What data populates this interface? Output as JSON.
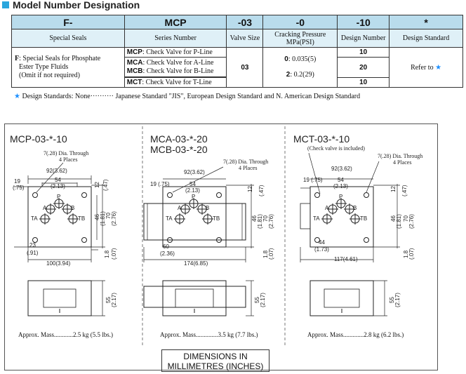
{
  "section_title": "Model Number Designation",
  "table": {
    "headers": [
      "F-",
      "MCP",
      "-03",
      "-0",
      "-10",
      "*"
    ],
    "subheaders": [
      "Special Seals",
      "Series Number",
      "Valve Size",
      "Cracking Pressure MPa(PSI)",
      "Design Number",
      "Design Standard"
    ],
    "special_seal": {
      "code": "F",
      "text1": ": Special Seals for Phosphate",
      "text2": "Ester Type Fluids",
      "text3": "(Omit if not required)"
    },
    "series": [
      {
        "code": "MCP",
        "desc": ": Check Valve for P-Line"
      },
      {
        "code": "MCA",
        "desc": ": Check Valve for A-Line"
      },
      {
        "code": "MCB",
        "desc": ": Check Valve for B-Line"
      },
      {
        "code": "MCT",
        "desc": ": Check Valve for T-Line"
      }
    ],
    "valve_size": "03",
    "cracking": [
      {
        "code": "0",
        "value": ": 0.035(5)"
      },
      {
        "code": "2",
        "value": ": 0.2(29)"
      }
    ],
    "design_numbers": [
      "10",
      "20",
      "10"
    ],
    "design_standard": "Refer to"
  },
  "design_note": {
    "prefix": "Design Standards: None",
    "dots": "··········",
    "rest": " Japanese Standard \"JIS\", European Design Standard and N. American Design Standard"
  },
  "figures": {
    "mcp": {
      "title": "MCP-03-*-10",
      "dims": {
        "dia": "7(.28) Dia. Through",
        "places": "4 Places",
        "w1": "92(3.62)",
        "a": "19",
        "a2": "(.75)",
        "b": "54",
        "b2": "(2.13)",
        "c": "12",
        "c2": "(.47)",
        "d": "46",
        "d2": "(1.81)",
        "e": "70",
        "e2": "(2.76)",
        "f": "23",
        "f2": "(.91)",
        "g": "100(3.94)",
        "h": "1.8",
        "h2": "(.07)",
        "i": "55",
        "i2": "(2.17)"
      },
      "mass": "Approx. Mass............2.5 kg (5.5 lbs.)"
    },
    "mca": {
      "title1": "MCA-03-*-20",
      "title2": "MCB-03-*-20",
      "dims": {
        "dia": "7(.28) Dia. Through",
        "places": "4 Places",
        "w1": "92(3.62)",
        "a": "19 (.75)",
        "b": "54",
        "b2": "(2.13)",
        "c": "12",
        "c2": "(.47)",
        "d": "46",
        "d2": "(1.81)",
        "e": "70",
        "e2": "(2.76)",
        "f": "60",
        "f2": "(2.36)",
        "g": "174(6.85)",
        "h": "1.8",
        "h2": "(.07)",
        "i": "55",
        "i2": "(2.17)"
      },
      "mass": "Approx. Mass..............3.5 kg (7.7 lbs.)"
    },
    "mct": {
      "title": "MCT-03-*-10",
      "note": "(Check valve is included)",
      "dims": {
        "dia": "7(.28) Dia. Through",
        "places": "4 Places",
        "w1": "92(3.62)",
        "a": "19 (.75)",
        "b": "54",
        "b2": "(2.13)",
        "c": "12",
        "c2": "(.47)",
        "d": "46",
        "d2": "(1.81)",
        "e": "70",
        "e2": "(2.76)",
        "f": "44",
        "f2": "(1.73)",
        "g": "117(4.61)",
        "h": "1.8",
        "h2": "(.07)",
        "i": "55",
        "i2": "(2.17)"
      },
      "mass": "Approx. Mass.............2.8 kg (6.2 lbs.)"
    }
  },
  "ports": {
    "p": "P",
    "a": "A",
    "b": "B",
    "ta": "TA",
    "tb": "TB"
  },
  "dim_box": {
    "line1": "DIMENSIONS IN",
    "line2": "MILLIMETRES (INCHES)"
  }
}
